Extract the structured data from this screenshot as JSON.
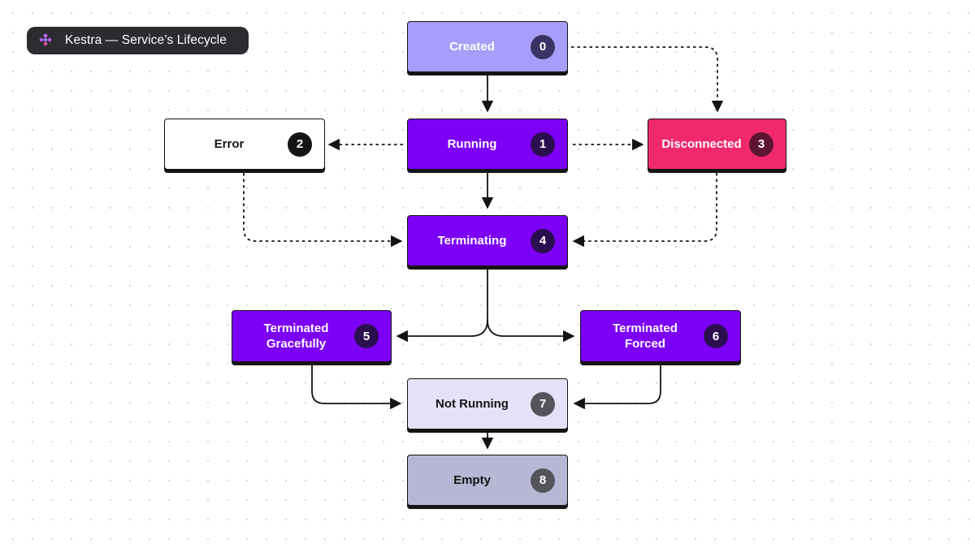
{
  "header": {
    "title": "Kestra — Service’s Lifecycle",
    "logo_icon": "kestra-logo-icon"
  },
  "nodes": {
    "created": {
      "label": "Created",
      "number": "0"
    },
    "running": {
      "label": "Running",
      "number": "1"
    },
    "error": {
      "label": "Error",
      "number": "2"
    },
    "disconnected": {
      "label": "Disconnected",
      "number": "3"
    },
    "terminating": {
      "label": "Terminating",
      "number": "4"
    },
    "terminated_gracefully": {
      "label_line1": "Terminated",
      "label_line2": "Gracefully",
      "number": "5"
    },
    "terminated_forced": {
      "label_line1": "Terminated",
      "label_line2": "Forced",
      "number": "6"
    },
    "not_running": {
      "label": "Not Running",
      "number": "7"
    },
    "empty": {
      "label": "Empty",
      "number": "8"
    }
  },
  "colors": {
    "created": "#a79dfb",
    "running": "#7d00f6",
    "error": "#ffffff",
    "disconnected": "#f0296d",
    "not_running": "#e4e2f8",
    "empty": "#b6b6d5",
    "header_bg": "#2b2b30",
    "accent_logo": "#c66bf5"
  },
  "edges": [
    {
      "from": "created",
      "to": "running",
      "style": "solid"
    },
    {
      "from": "created",
      "to": "disconnected",
      "style": "dashed"
    },
    {
      "from": "running",
      "to": "error",
      "style": "dashed"
    },
    {
      "from": "running",
      "to": "disconnected",
      "style": "dashed"
    },
    {
      "from": "running",
      "to": "terminating",
      "style": "solid"
    },
    {
      "from": "error",
      "to": "terminating",
      "style": "dashed"
    },
    {
      "from": "disconnected",
      "to": "terminating",
      "style": "dashed"
    },
    {
      "from": "terminating",
      "to": "terminated_gracefully",
      "style": "solid"
    },
    {
      "from": "terminating",
      "to": "terminated_forced",
      "style": "solid"
    },
    {
      "from": "terminated_gracefully",
      "to": "not_running",
      "style": "solid"
    },
    {
      "from": "terminated_forced",
      "to": "not_running",
      "style": "solid"
    },
    {
      "from": "not_running",
      "to": "empty",
      "style": "solid"
    }
  ]
}
